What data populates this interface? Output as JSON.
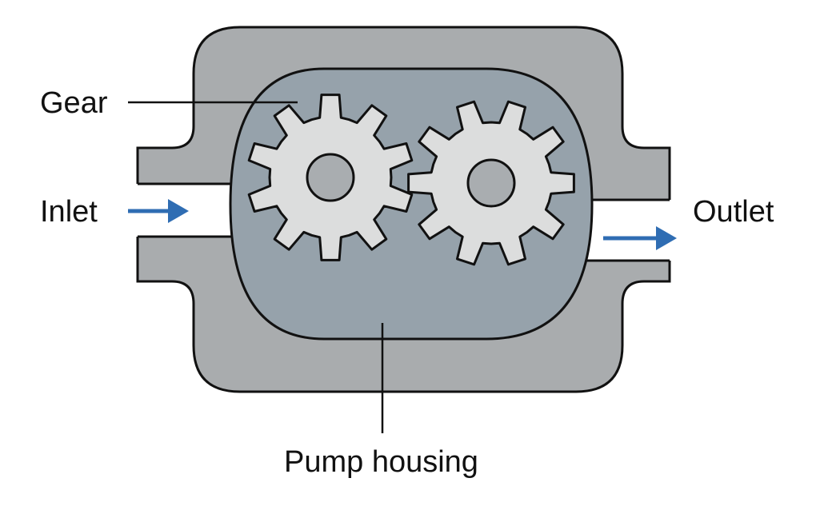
{
  "labels": {
    "gear": "Gear",
    "inlet": "Inlet",
    "outlet": "Outlet",
    "pump_housing": "Pump housing"
  },
  "colors": {
    "body": "#a9acae",
    "chamber": "#96a2ab",
    "gear": "#dcdddd",
    "gear_hub": "#a9adb0",
    "outline": "#111111",
    "arrow": "#2f6db3",
    "channel": "#ffffff"
  },
  "gears": [
    {
      "name": "left-gear",
      "teeth": 10
    },
    {
      "name": "right-gear",
      "teeth": 10
    }
  ]
}
